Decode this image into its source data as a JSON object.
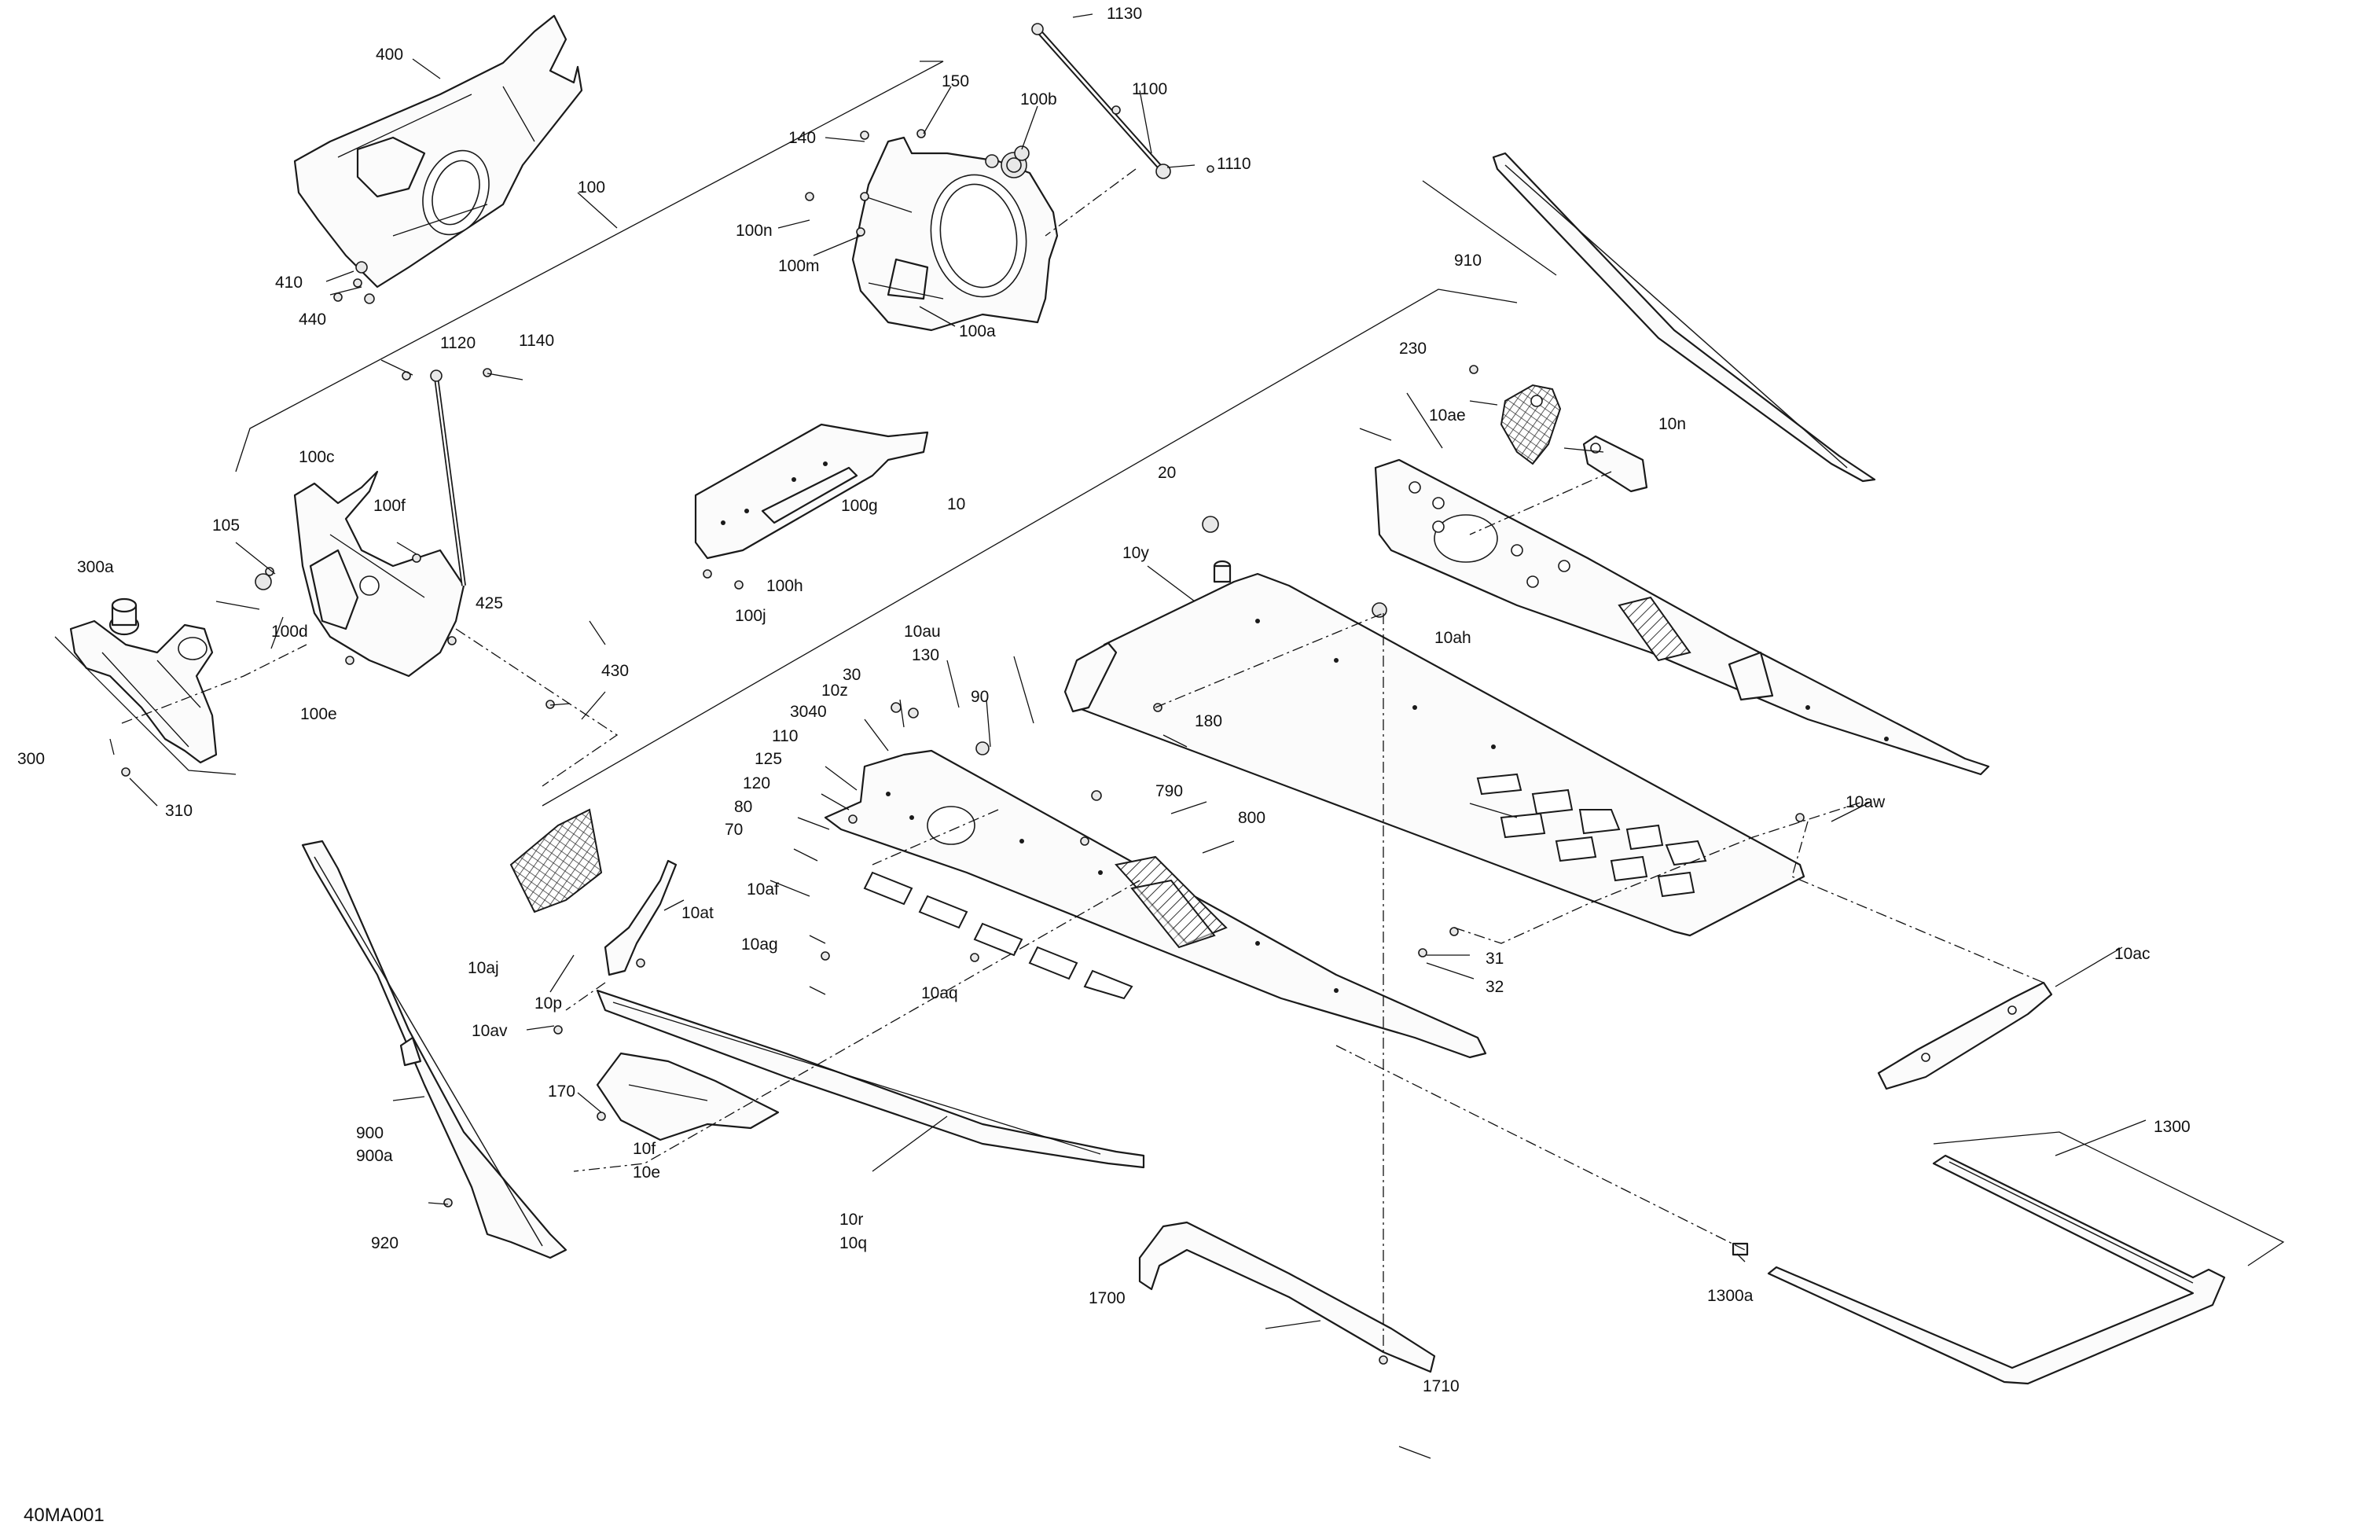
{
  "diagram": {
    "code": "40MA001",
    "callouts": [
      "10",
      "20",
      "30",
      "31",
      "32",
      "70",
      "80",
      "90",
      "100",
      "100a",
      "100b",
      "100c",
      "100d",
      "100e",
      "100f",
      "100g",
      "100h",
      "100j",
      "100m",
      "100n",
      "105",
      "110",
      "120",
      "125",
      "130",
      "140",
      "150",
      "170",
      "180",
      "230",
      "300",
      "300a",
      "310",
      "400",
      "410",
      "425",
      "430",
      "440",
      "790",
      "800",
      "900",
      "900a",
      "910",
      "920",
      "1100",
      "1110",
      "1120",
      "1130",
      "1140",
      "1300",
      "1300a",
      "1700",
      "1710",
      "3040",
      "10ac",
      "10ae",
      "10af",
      "10ag",
      "10ah",
      "10aj",
      "10aq",
      "10at",
      "10au",
      "10av",
      "10aw",
      "10e",
      "10f",
      "10n",
      "10p",
      "10q",
      "10r",
      "10y",
      "10z"
    ]
  }
}
